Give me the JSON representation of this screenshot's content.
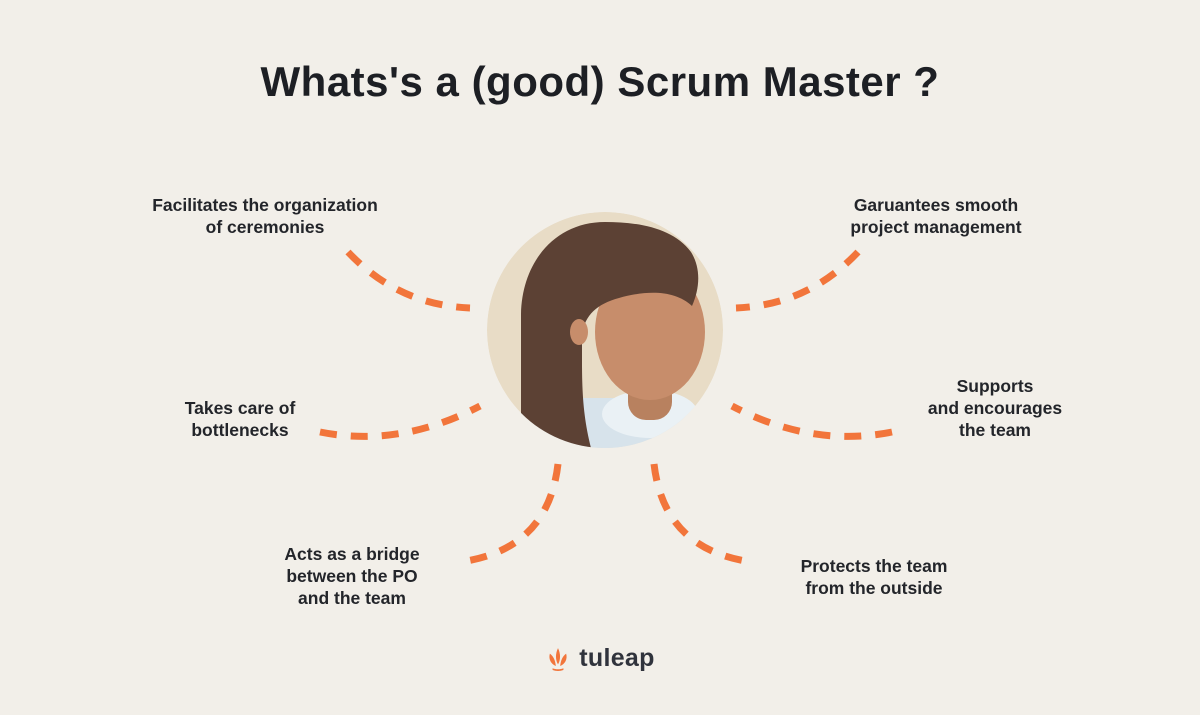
{
  "page": {
    "title": "Whats's a (good) Scrum Master ?"
  },
  "labels": {
    "facilitates": "Facilitates the organization\nof ceremonies",
    "guarantees": "Garuantees smooth\nproject management",
    "bottlenecks": "Takes care of\nbottlenecks",
    "supports": "Supports\nand encourages\nthe team",
    "bridge": "Acts as a bridge\nbetween the PO\nand the team",
    "protects": "Protects the team\nfrom the outside"
  },
  "logo": {
    "text": "tuleap"
  },
  "colors": {
    "background": "#f2efe9",
    "accent": "#f2753b",
    "title": "#1d1f24",
    "text": "#23252a"
  }
}
